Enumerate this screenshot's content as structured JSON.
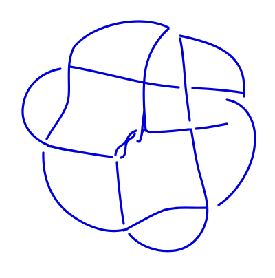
{
  "figure": {
    "kind": "knot-diagram",
    "background": "#ffffff",
    "stroke_color": "#0000dd",
    "strand_count": 12,
    "crossing_count": 12
  }
}
